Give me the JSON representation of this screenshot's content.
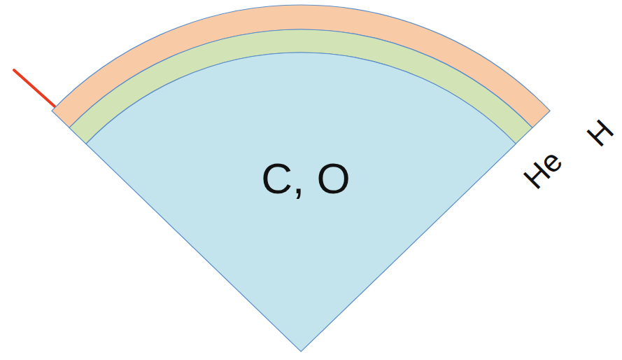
{
  "diagram": {
    "nodes": [
      {
        "text": [
          "H"
        ]
      },
      {
        "text": [
          "He"
        ]
      },
      {
        "text": [
          "C, O"
        ]
      }
    ]
  }
}
